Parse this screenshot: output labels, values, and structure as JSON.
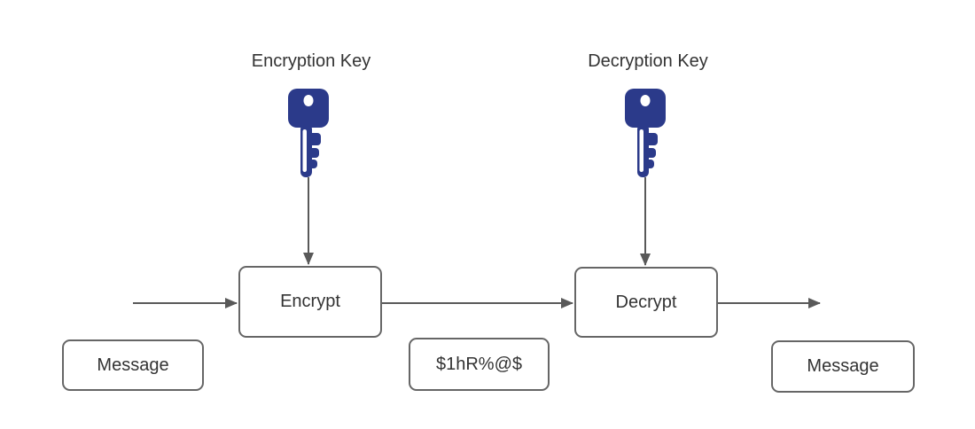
{
  "diagram": {
    "key_labels": {
      "encryption": "Encryption Key",
      "decryption": "Decryption Key"
    },
    "process_nodes": {
      "encrypt": "Encrypt",
      "decrypt": "Decrypt"
    },
    "data_nodes": {
      "plaintext_in": "Message",
      "ciphertext": "$1hR%@$",
      "plaintext_out": "Message"
    },
    "icons": {
      "encryption_key": "key-icon",
      "decryption_key": "key-icon"
    },
    "colors": {
      "key_fill": "#2b3a8a",
      "connector": "#595959",
      "node_border": "#666666",
      "text": "#333333",
      "background": "#ffffff"
    }
  }
}
